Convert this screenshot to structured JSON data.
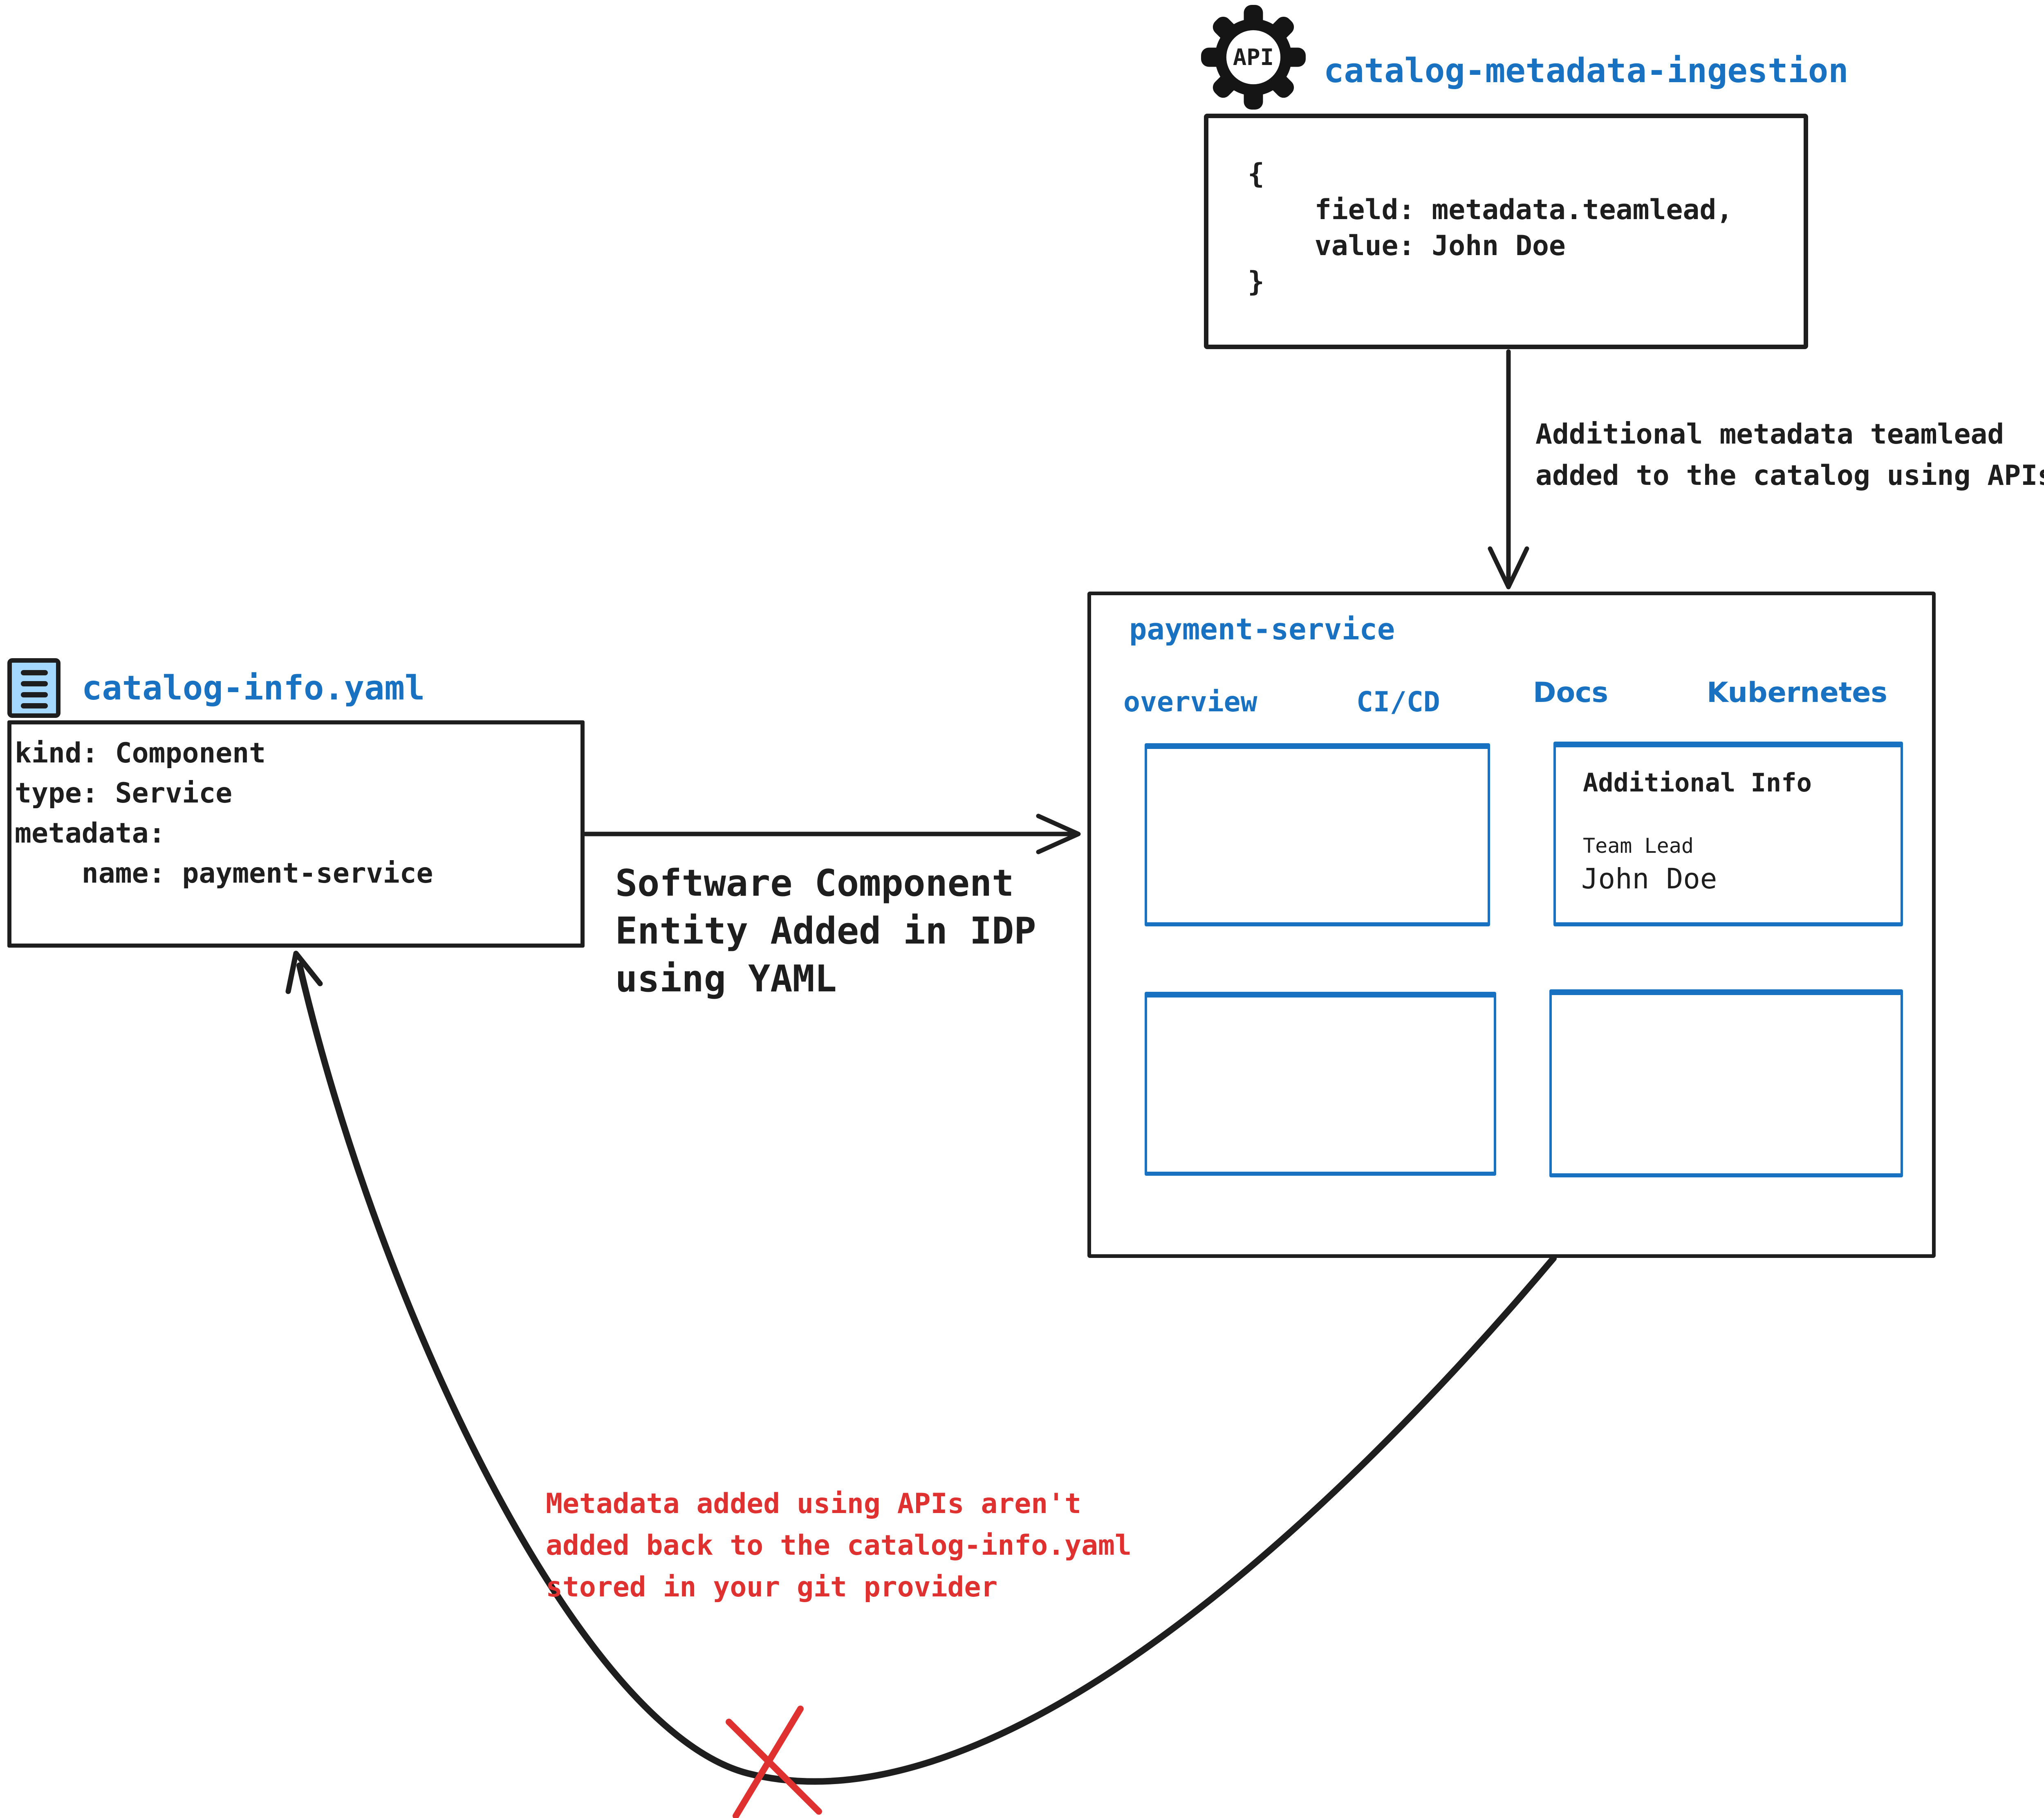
{
  "colors": {
    "accent_blue": "#1971c2",
    "warning_red": "#e03131",
    "ink_black": "#1e1e1e",
    "file_icon_fill": "#a5d8ff",
    "background": "#ffffff"
  },
  "api_ingestion": {
    "icon_label": "API",
    "title": "catalog-metadata-ingestion",
    "code_lines": [
      "{",
      "    field: metadata.teamlead,",
      "    value: John Doe",
      "}"
    ]
  },
  "api_flow_label": {
    "line1": "Additional metadata teamlead",
    "line2": "added to the catalog using APIs"
  },
  "catalog_file": {
    "title": "catalog-info.yaml",
    "yaml_lines": [
      "kind: Component",
      "type: Service",
      "metadata:",
      "    name: payment-service"
    ]
  },
  "yaml_flow_label": {
    "line1": "Software Component",
    "line2": "Entity Added in IDP",
    "line3": "using YAML"
  },
  "portal": {
    "title": "payment-service",
    "tabs": [
      {
        "label": "overview"
      },
      {
        "label": "CI/CD"
      },
      {
        "label": "Docs"
      },
      {
        "label": "Kubernetes"
      }
    ],
    "additional_info_card": {
      "heading": "Additional Info",
      "field_label": "Team Lead",
      "field_value": "John Doe"
    }
  },
  "warning_note": {
    "line1": "Metadata added using APIs aren't",
    "line2": "added back to the catalog-info.yaml",
    "line3": "stored in your git provider"
  }
}
